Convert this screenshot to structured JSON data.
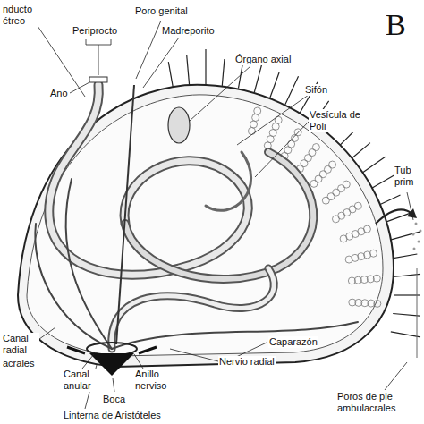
{
  "diagram": {
    "labels": [
      "nducto étreo",
      "Poro genital",
      "Periprocto",
      "Madreporito",
      "Órgano axial",
      "Sifón",
      "Vesícula de Poli",
      "Ano",
      "B",
      "Tub prim",
      "Canal radial",
      "acrales",
      "Canal anular",
      "Anillo nerviso",
      "Boca",
      "Linterna de Aristóteles",
      "Nervio radial",
      "Caparazón",
      "Poros de pie ambulacrales"
    ]
  }
}
